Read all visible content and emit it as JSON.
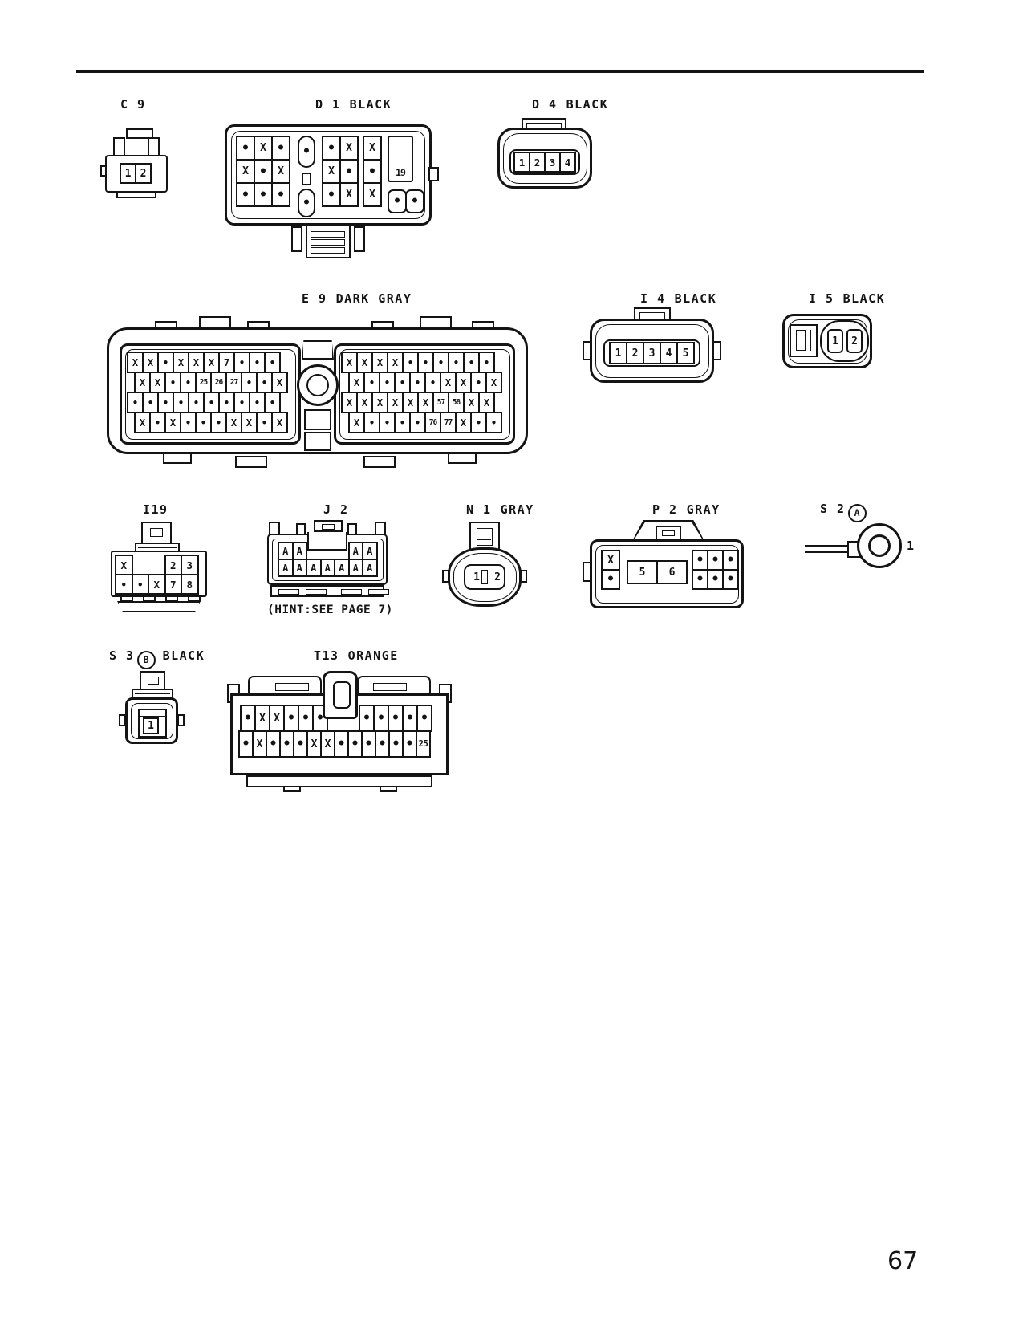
{
  "page_number": "67",
  "connectors": {
    "c9": {
      "id": "C 9",
      "pins": [
        "1",
        "2"
      ]
    },
    "d1": {
      "id": "D 1",
      "color": "BLACK",
      "block_a": [
        [
          "•",
          "X",
          "•"
        ],
        [
          "X",
          "•",
          "X"
        ],
        [
          "•",
          "•",
          "•"
        ]
      ],
      "oval_top": "•",
      "oval_bottom": "•",
      "block_b": [
        [
          "•",
          "X"
        ],
        [
          "X",
          "•"
        ],
        [
          "•",
          "X"
        ]
      ],
      "block_c": [
        [
          "X"
        ],
        [
          "•"
        ],
        [
          "X"
        ]
      ],
      "relay_cell": "19",
      "pair": [
        "•",
        "•"
      ]
    },
    "d4": {
      "id": "D 4",
      "color": "BLACK",
      "pins": [
        "1",
        "2",
        "3",
        "4"
      ]
    },
    "e9": {
      "id": "E 9",
      "color": "DARK GRAY",
      "left_rows": [
        [
          "X",
          "X",
          "•",
          "X",
          "X",
          "X",
          "7",
          "•",
          "•",
          "•"
        ],
        [
          "X",
          "X",
          "•",
          "•",
          "25",
          "26",
          "27",
          "•",
          "•",
          "X"
        ],
        [
          "•",
          "•",
          "•",
          "•",
          "•",
          "•",
          "•",
          "•",
          "•",
          "•"
        ],
        [
          "X",
          "•",
          "X",
          "•",
          "•",
          "•",
          "X",
          "X",
          "•",
          "X"
        ]
      ],
      "right_rows": [
        [
          "X",
          "X",
          "X",
          "X",
          "•",
          "•",
          "•",
          "•",
          "•",
          "•"
        ],
        [
          "X",
          "•",
          "•",
          "•",
          "•",
          "•",
          "X",
          "X",
          "•",
          "X"
        ],
        [
          "X",
          "X",
          "X",
          "X",
          "X",
          "X",
          "57",
          "58",
          "X",
          "X"
        ],
        [
          "X",
          "•",
          "•",
          "•",
          "•",
          "76",
          "77",
          "X",
          "•",
          "•"
        ]
      ]
    },
    "i4": {
      "id": "I 4",
      "color": "BLACK",
      "pins": [
        "1",
        "2",
        "3",
        "4",
        "5"
      ]
    },
    "i5": {
      "id": "I 5",
      "color": "BLACK",
      "pins": [
        "1",
        "2"
      ]
    },
    "i19": {
      "id": "I19",
      "top": [
        "X",
        "",
        "",
        "2",
        "3"
      ],
      "bottom": [
        "•",
        "•",
        "X",
        "7",
        "8"
      ]
    },
    "j2": {
      "id": "J 2",
      "top": [
        "A",
        "A",
        "",
        "",
        "",
        "A",
        "A"
      ],
      "bottom": [
        "A",
        "A",
        "A",
        "A",
        "A",
        "A",
        "A"
      ],
      "hint": "(HINT:SEE PAGE 7)"
    },
    "n1": {
      "id": "N 1",
      "color": "GRAY",
      "pins": [
        "1",
        "2"
      ]
    },
    "p2": {
      "id": "P 2",
      "color": "GRAY",
      "left_col": [
        "X",
        "•"
      ],
      "mid": [
        "5",
        "6"
      ],
      "right_grid": [
        [
          "•",
          "•",
          "•"
        ],
        [
          "•",
          "•",
          "•"
        ]
      ]
    },
    "s2": {
      "id": "S 2",
      "variant": "A",
      "pin": "1"
    },
    "s3": {
      "id": "S 3",
      "variant": "B",
      "color": "BLACK",
      "pin": "1"
    },
    "t13": {
      "id": "T13",
      "color": "ORANGE",
      "row1_left": [
        "•",
        "X",
        "X",
        "•",
        "•",
        "•"
      ],
      "row1_right": [
        "•",
        "•",
        "•",
        "•",
        "•"
      ],
      "row2": [
        "•",
        "X",
        "•",
        "•",
        "•",
        "X",
        "X",
        "•",
        "•",
        "•",
        "•",
        "•",
        "•",
        "25"
      ]
    }
  }
}
